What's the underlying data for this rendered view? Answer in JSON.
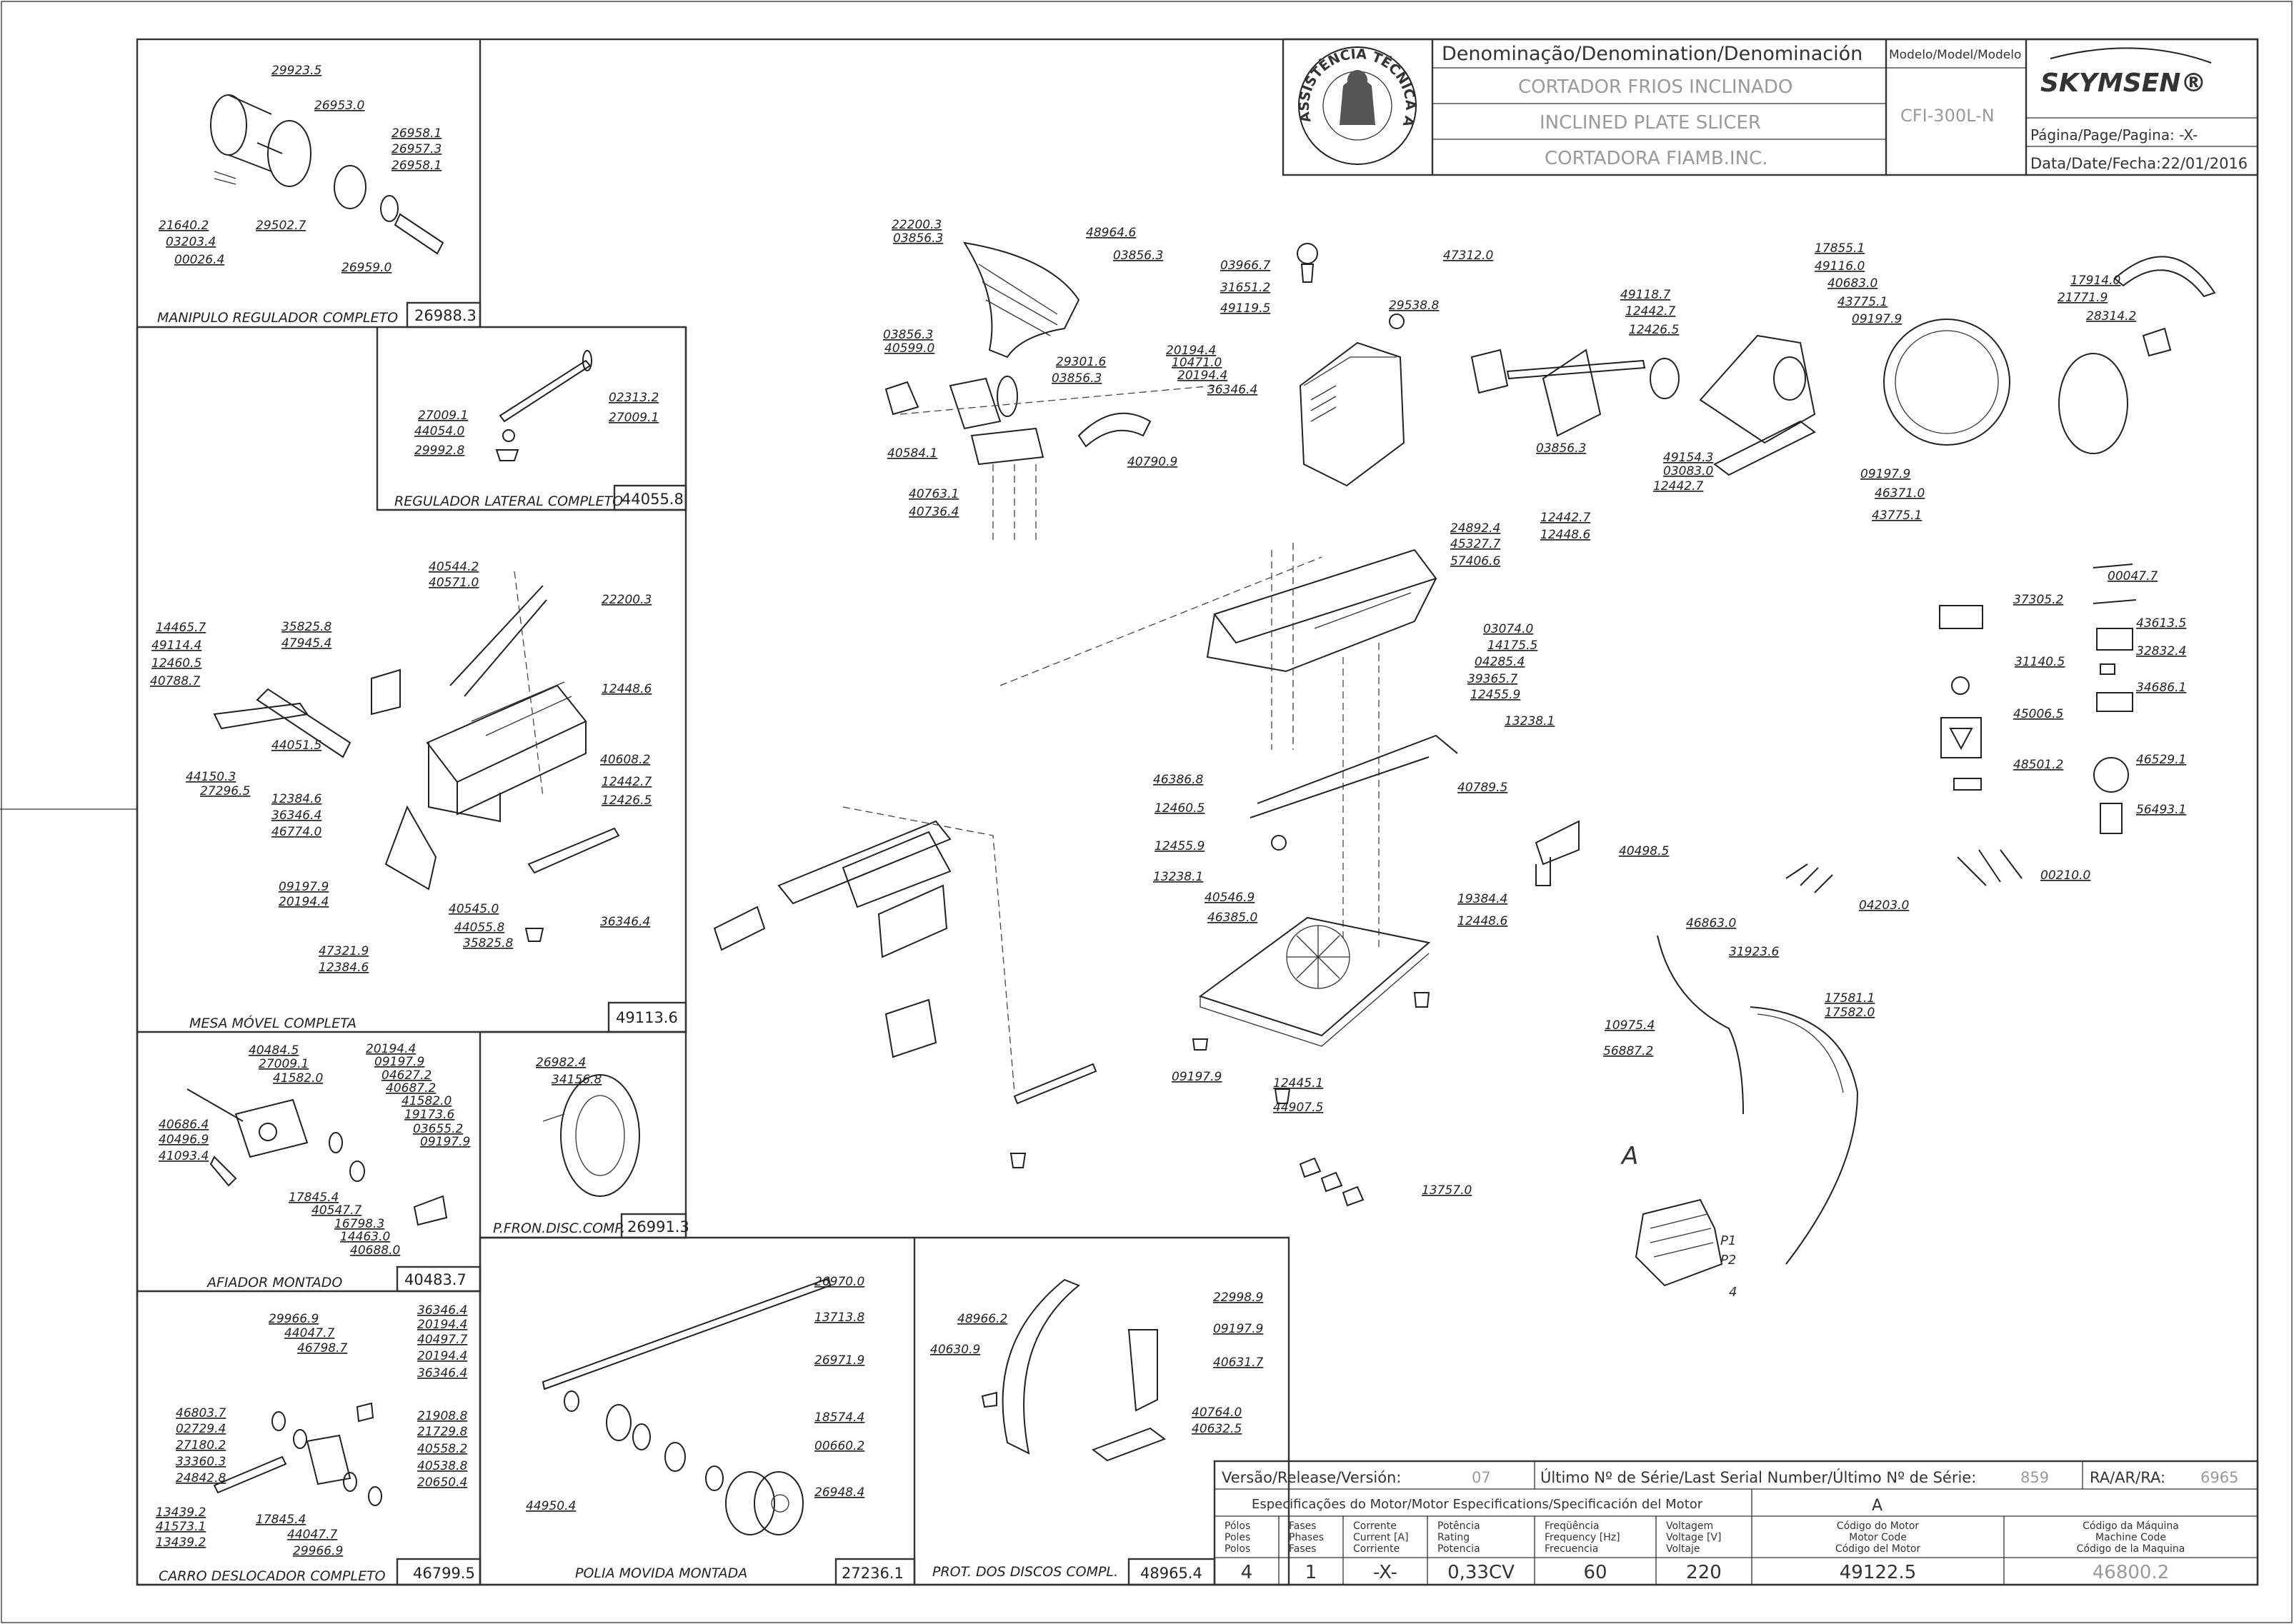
{
  "title_block": {
    "denomination_header": "Denominação/Denomination/Denominación",
    "name_pt": "CORTADOR FRIOS INCLINADO",
    "name_en": "INCLINED PLATE SLICER",
    "name_es": "CORTADORA FIAMB.INC.",
    "model_header": "Modelo/Model/Modelo",
    "model": "CFI-300L-N",
    "brand": "SKYMSEN®",
    "page_label": "Página/Page/Pagina: -X-",
    "date_label": "Data/Date/Fecha:22/01/2016",
    "seal_text": "ASSISTÊNCIA TÉCNICA AUTORIZADA"
  },
  "assemblies": [
    {
      "caption": "MANIPULO REGULADOR COMPLETO",
      "code": "26988.3"
    },
    {
      "caption": "REGULADOR LATERAL COMPLETO",
      "code": "44055.8"
    },
    {
      "caption": "MESA MÓVEL COMPLETA",
      "code": "49113.6"
    },
    {
      "caption": "AFIADOR MONTADO",
      "code": "40483.7"
    },
    {
      "caption": "P.FRON.DISC.COMP.",
      "code": "26991.3"
    },
    {
      "caption": "CARRO DESLOCADOR COMPLETO",
      "code": "46799.5"
    },
    {
      "caption": "POLIA MOVIDA MONTADA",
      "code": "27236.1"
    },
    {
      "caption": "PROT. DOS DISCOS COMPL.",
      "code": "48965.4"
    }
  ],
  "labels": {
    "manipulo": [
      "29923.5",
      "26953.0",
      "26958.1",
      "26957.3",
      "26958.1",
      "21640.2",
      "03203.4",
      "00026.4",
      "29502.7",
      "26959.0"
    ],
    "regulador": [
      "27009.1",
      "44054.0",
      "29992.8",
      "02313.2",
      "27009.1"
    ],
    "mesa": [
      "40544.2",
      "40571.0",
      "22200.3",
      "14465.7",
      "49114.4",
      "12460.5",
      "40788.7",
      "35825.8",
      "47945.4",
      "12448.6",
      "44150.3",
      "27296.5",
      "44051.5",
      "12384.6",
      "36346.4",
      "46774.0",
      "40608.2",
      "12442.7",
      "12426.5",
      "09197.9",
      "20194.4",
      "40545.0",
      "44055.8",
      "35825.8",
      "36346.4",
      "47321.9",
      "12384.6"
    ],
    "afiador": [
      "40484.5",
      "27009.1",
      "41582.0",
      "20194.4",
      "09197.9",
      "04627.2",
      "40687.2",
      "41582.0",
      "19173.6",
      "03655.2",
      "09197.9",
      "40686.4",
      "40496.9",
      "41093.4",
      "17845.4",
      "40547.7",
      "16798.3",
      "14463.0",
      "40688.0"
    ],
    "pfron": [
      "26982.4",
      "34156.8"
    ],
    "carro": [
      "29966.9",
      "44047.7",
      "46798.7",
      "36346.4",
      "20194.4",
      "40497.7",
      "20194.4",
      "36346.4",
      "46803.7",
      "02729.4",
      "27180.2",
      "33360.3",
      "24842.8",
      "21908.8",
      "21729.8",
      "40558.2",
      "40538.8",
      "20650.4",
      "13439.2",
      "41573.1",
      "13439.2",
      "17845.4",
      "44047.7",
      "29966.9"
    ],
    "polia": [
      "26970.0",
      "13713.8",
      "26971.9",
      "18574.4",
      "00660.2",
      "26948.4",
      "44950.4"
    ],
    "prot": [
      "48966.2",
      "40630.9",
      "22998.9",
      "09197.9",
      "40631.7",
      "40764.0",
      "40632.5"
    ],
    "center": [
      "22200.3",
      "03856.3",
      "48964.6",
      "03856.3",
      "03856.3",
      "40599.0",
      "29301.6",
      "03856.3",
      "20194.4",
      "10471.0",
      "20194.4",
      "36346.4",
      "40584.1",
      "40790.9",
      "40763.1",
      "40736.4",
      "03966.7",
      "31651.2",
      "49119.5",
      "29538.8",
      "47312.0",
      "49118.7",
      "12442.7",
      "12426.5",
      "17855.1",
      "49116.0",
      "40683.0",
      "43775.1",
      "09197.9",
      "17914.0",
      "21771.9",
      "28314.2",
      "03856.3",
      "49154.3",
      "03083.0",
      "12442.7",
      "09197.9",
      "46371.0",
      "43775.1",
      "12442.7",
      "12448.6",
      "24892.4",
      "45327.7",
      "57406.6",
      "03074.0",
      "14175.5",
      "04285.4",
      "39365.7",
      "12455.9",
      "13238.1",
      "46386.8",
      "12460.5",
      "12455.9",
      "13238.1",
      "40546.9",
      "46385.0",
      "40789.5",
      "19384.4",
      "12448.6",
      "40498.5",
      "00047.7",
      "37305.2",
      "43613.5",
      "32832.4",
      "31140.5",
      "34686.1",
      "45006.5",
      "48501.2",
      "46529.1",
      "56493.1",
      "04203.0",
      "00210.0",
      "46863.0",
      "31923.6",
      "10975.4",
      "56887.2",
      "17581.1",
      "17582.0",
      "09197.9",
      "12445.1",
      "44907.5",
      "13757.0"
    ],
    "motor_marks": [
      "A",
      "P1",
      "P2",
      "4"
    ]
  },
  "release_block": {
    "version_label": "Versão/Release/Versión:",
    "version": "07",
    "serial_label": "Último Nº de Série/Last Serial Number/Último Nº de Série:",
    "serial": "859",
    "ra_label": "RA/AR/RA:",
    "ra": "6965",
    "motor_spec_label": "Especificações do Motor/Motor Especifications/Specificación del Motor",
    "motor_ref": "A",
    "columns": [
      {
        "header": [
          "Pólos",
          "Poles",
          "Polos"
        ],
        "value": "4"
      },
      {
        "header": [
          "Fases",
          "Phases",
          "Fases"
        ],
        "value": "1"
      },
      {
        "header": [
          "Corrente",
          "Current [A]",
          "Corriente"
        ],
        "value": "-X-"
      },
      {
        "header": [
          "Potência",
          "Rating",
          "Potencia"
        ],
        "value": "0,33CV"
      },
      {
        "header": [
          "Freqüência",
          "Frequency [Hz]",
          "Frecuencia"
        ],
        "value": "60"
      },
      {
        "header": [
          "Voltagem",
          "Voltage [V]",
          "Voltaje"
        ],
        "value": "220"
      },
      {
        "header": [
          "Código do Motor",
          "Motor Code",
          "Código del Motor"
        ],
        "value": "49122.5"
      },
      {
        "header": [
          "Código da Máquina",
          "Machine Code",
          "Código de la Maquina"
        ],
        "value": "46800.2"
      }
    ]
  }
}
